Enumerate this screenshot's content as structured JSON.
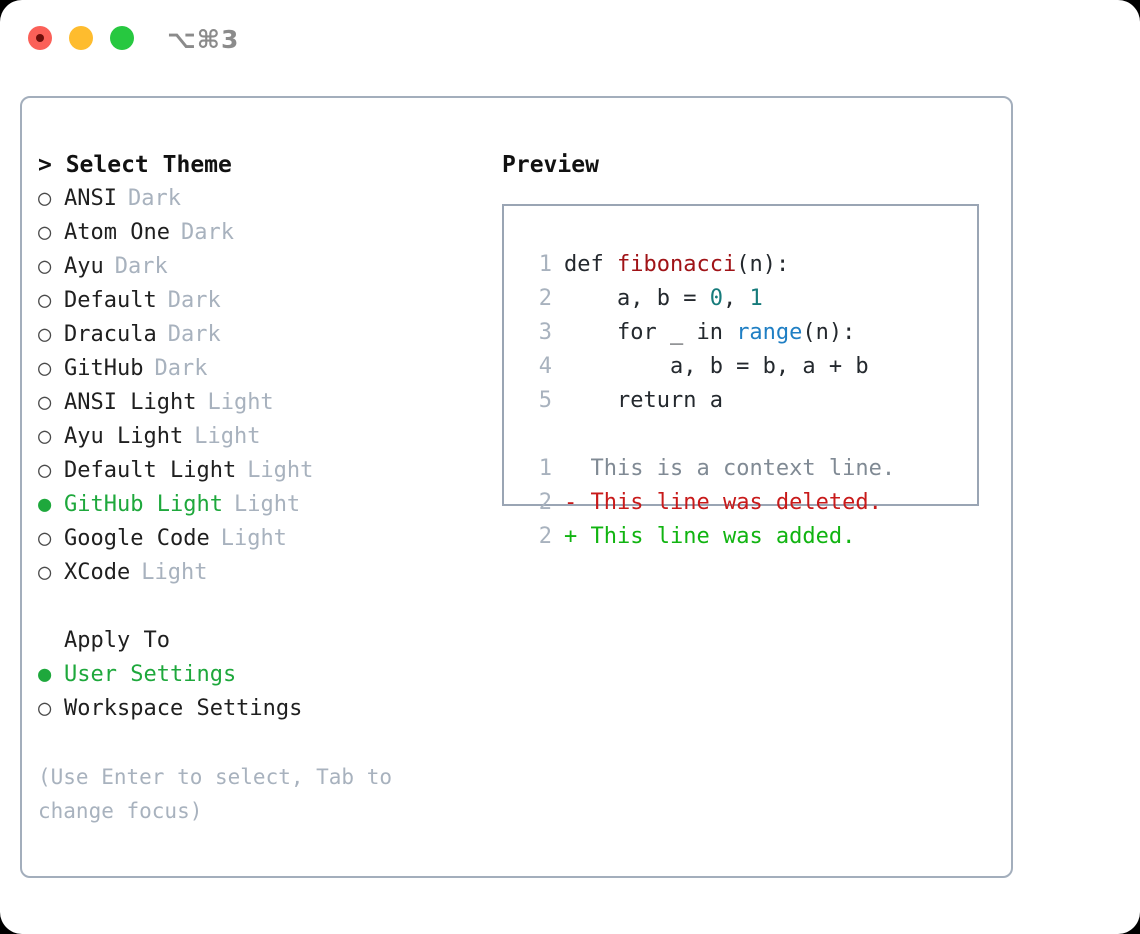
{
  "window": {
    "traffic_lights": [
      "close",
      "minimize",
      "maximize"
    ],
    "shortcut": "⌥⌘3",
    "accent_green": "#1EA83C",
    "border_color": "#A3AEBC"
  },
  "left": {
    "title": "> Select Theme",
    "themes": [
      {
        "marker": "○",
        "label": "ANSI",
        "tag": "Dark",
        "selected": false
      },
      {
        "marker": "○",
        "label": "Atom One",
        "tag": "Dark",
        "selected": false
      },
      {
        "marker": "○",
        "label": "Ayu",
        "tag": "Dark",
        "selected": false
      },
      {
        "marker": "○",
        "label": "Default",
        "tag": "Dark",
        "selected": false
      },
      {
        "marker": "○",
        "label": "Dracula",
        "tag": "Dark",
        "selected": false
      },
      {
        "marker": "○",
        "label": "GitHub",
        "tag": "Dark",
        "selected": false
      },
      {
        "marker": "○",
        "label": "ANSI Light",
        "tag": "Light",
        "selected": false
      },
      {
        "marker": "○",
        "label": "Ayu Light",
        "tag": "Light",
        "selected": false
      },
      {
        "marker": "○",
        "label": "Default Light",
        "tag": "Light",
        "selected": false
      },
      {
        "marker": "●",
        "label": "GitHub Light",
        "tag": "Light",
        "selected": true
      },
      {
        "marker": "○",
        "label": "Google Code",
        "tag": "Light",
        "selected": false
      },
      {
        "marker": "○",
        "label": "XCode",
        "tag": "Light",
        "selected": false
      }
    ],
    "apply_to": {
      "heading": "Apply To",
      "options": [
        {
          "marker": "●",
          "label": "User Settings",
          "selected": true
        },
        {
          "marker": "○",
          "label": "Workspace Settings",
          "selected": false
        }
      ]
    },
    "hint": "(Use Enter to select, Tab to change focus)"
  },
  "right": {
    "title": "Preview",
    "code": [
      {
        "no": "1",
        "parts": [
          {
            "t": "def ",
            "c": "plain"
          },
          {
            "t": "fibonacci",
            "c": "fn"
          },
          {
            "t": "(n):",
            "c": "plain"
          }
        ]
      },
      {
        "no": "2",
        "parts": [
          {
            "t": "    a, b = ",
            "c": "plain"
          },
          {
            "t": "0",
            "c": "num"
          },
          {
            "t": ", ",
            "c": "plain"
          },
          {
            "t": "1",
            "c": "num"
          }
        ]
      },
      {
        "no": "3",
        "parts": [
          {
            "t": "    for _ in ",
            "c": "plain"
          },
          {
            "t": "range",
            "c": "call"
          },
          {
            "t": "(n):",
            "c": "plain"
          }
        ]
      },
      {
        "no": "4",
        "parts": [
          {
            "t": "        a, b = b, a + b",
            "c": "plain"
          }
        ]
      },
      {
        "no": "5",
        "parts": [
          {
            "t": "    return a",
            "c": "plain"
          }
        ]
      }
    ],
    "diff": [
      {
        "no": "1",
        "sign": "  ",
        "text": "This is a context line.",
        "kind": "ctx"
      },
      {
        "no": "2",
        "sign": "- ",
        "text": "This line was deleted.",
        "kind": "del"
      },
      {
        "no": "2",
        "sign": "+ ",
        "text": "This line was added.",
        "kind": "add"
      }
    ]
  }
}
